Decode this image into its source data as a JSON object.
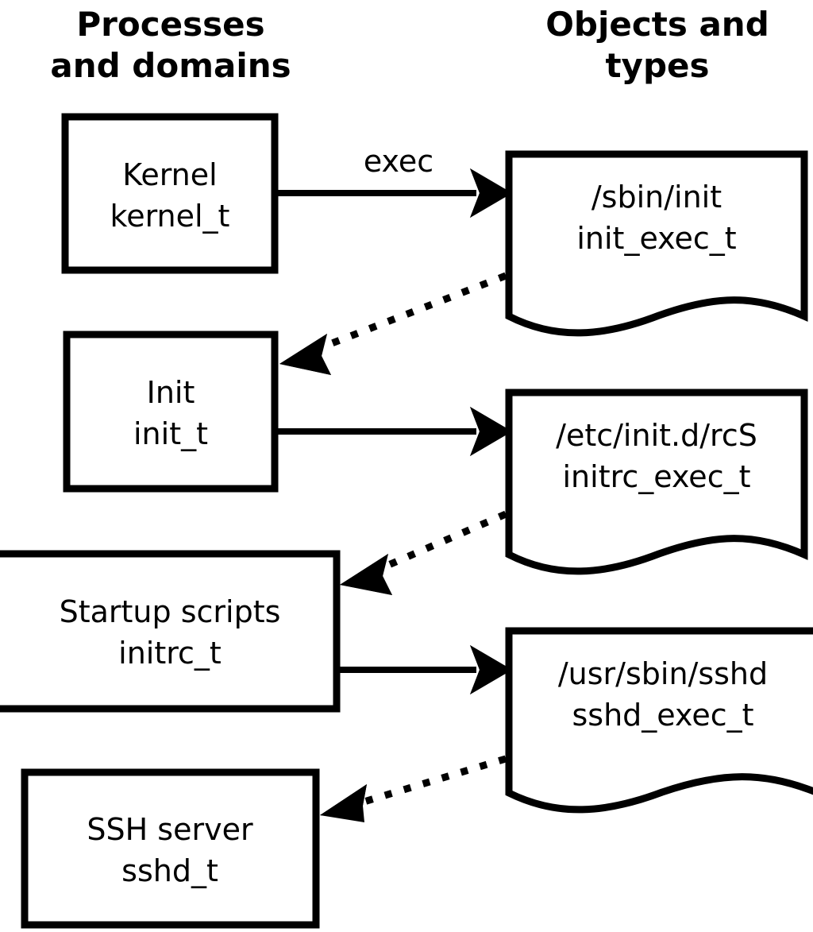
{
  "diagram": {
    "title_visible": false,
    "columns": [
      {
        "id": "processes",
        "header_line1": "Processes",
        "header_line2": "and domains"
      },
      {
        "id": "objects",
        "header_line1": "Objects and",
        "header_line2": "types"
      }
    ],
    "colors": {
      "stroke": "#000000",
      "fill": "#ffffff",
      "text": "#000000"
    },
    "process_nodes": [
      {
        "id": "kernel",
        "name": "Kernel",
        "type": "kernel_t"
      },
      {
        "id": "init",
        "name": "Init",
        "type": "init_t"
      },
      {
        "id": "startup",
        "name": "Startup scripts",
        "type": "initrc_t"
      },
      {
        "id": "sshd",
        "name": "SSH server",
        "type": "sshd_t"
      }
    ],
    "object_nodes": [
      {
        "id": "init_exec",
        "path": "/sbin/init",
        "type": "init_exec_t"
      },
      {
        "id": "initrc_exec",
        "path": "/etc/init.d/rcS",
        "type": "initrc_exec_t"
      },
      {
        "id": "sshd_exec",
        "path": "/usr/sbin/sshd",
        "type": "sshd_exec_t"
      }
    ],
    "edges": [
      {
        "id": "kernel-exec-init_exec",
        "from": "kernel",
        "to": "init_exec",
        "style": "solid",
        "label": "exec"
      },
      {
        "id": "init_exec-to-init",
        "from": "init_exec",
        "to": "init",
        "style": "dotted",
        "label": ""
      },
      {
        "id": "init-exec-initrc_exec",
        "from": "init",
        "to": "initrc_exec",
        "style": "solid",
        "label": ""
      },
      {
        "id": "initrc_exec-to-startup",
        "from": "initrc_exec",
        "to": "startup",
        "style": "dotted",
        "label": ""
      },
      {
        "id": "startup-exec-sshd_exec",
        "from": "startup",
        "to": "sshd_exec",
        "style": "solid",
        "label": ""
      },
      {
        "id": "sshd_exec-to-sshd",
        "from": "sshd_exec",
        "to": "sshd",
        "style": "dotted",
        "label": ""
      }
    ]
  }
}
